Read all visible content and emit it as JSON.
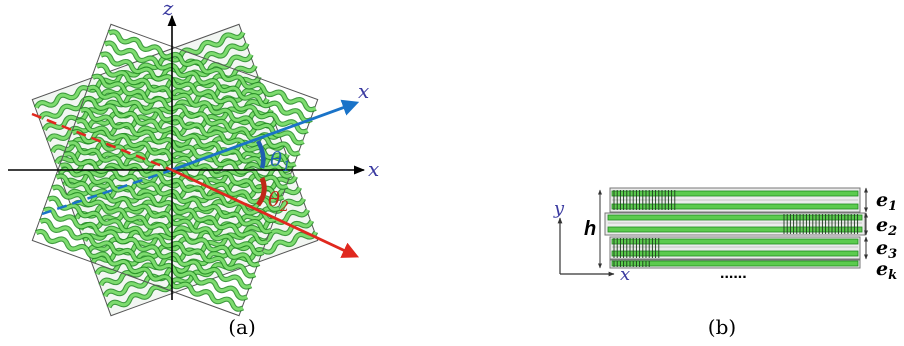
{
  "panel_a": {
    "caption": "(a)",
    "axis_z": "z",
    "axis_x": "x",
    "angle_1": "θ",
    "angle_1_sub": "1",
    "angle_2": "θ",
    "angle_2_sub": "2",
    "colors": {
      "fiber_fill": "#7ddc6e",
      "fiber_stroke": "#1e8a1e",
      "axis_blue": "#1a73c8",
      "axis_red": "#e0281e",
      "arc_blue": "#1f5fb0",
      "arc_red": "#c02818",
      "axis_label": "#3a3aa0"
    }
  },
  "panel_b": {
    "caption": "(b)",
    "axis_y": "y",
    "axis_x": "x",
    "thickness": "h",
    "layers": [
      {
        "base": "e",
        "sub": "1"
      },
      {
        "base": "e",
        "sub": "2"
      },
      {
        "base": "e",
        "sub": "3"
      },
      {
        "base": "e",
        "sub": "k"
      }
    ],
    "ellipsis": "......"
  }
}
